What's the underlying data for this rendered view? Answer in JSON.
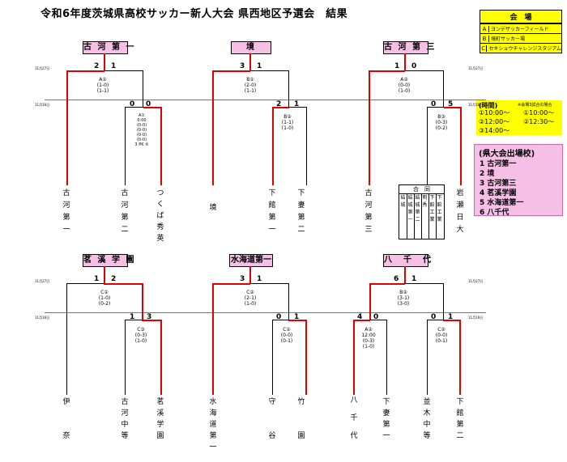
{
  "title": "令和6年度茨城県高校サッカー新人大会 県西地区予選会　結果",
  "venues": {
    "header": "会　場",
    "items": [
      {
        "code": "A",
        "name": "ヨンデザッカーフィールド"
      },
      {
        "code": "B",
        "name": "境町サッカー場"
      },
      {
        "code": "C",
        "name": "セキショウチャレンジスタジアム"
      }
    ]
  },
  "times": {
    "header": "(時間)",
    "note": "※会場3試合の場合",
    "left": [
      "①10:00～",
      "②12:00～",
      "③14:00～"
    ],
    "right": [
      "①10:00～",
      "②12:30～"
    ]
  },
  "prefectural": {
    "header": "(県大会出場校)",
    "items": [
      "1 古河第一",
      "2 境",
      "3 古河第三",
      "4 茗溪学園",
      "5 水海道第一",
      "6 八千代"
    ]
  },
  "dates": {
    "day1": "11月27日",
    "day2": "11月16日"
  },
  "brackets": [
    {
      "winner": "古 河 第 一",
      "top_scores": [
        "2",
        "1"
      ],
      "top_match": [
        "A①",
        "(1-0)",
        "(1-1)"
      ],
      "bottom_scores": [
        "0",
        "0"
      ],
      "bottom_match": [
        "A①",
        "0:00",
        "(0-0)",
        "(0-0)",
        "(0-0)",
        "(0-0)",
        "3 PK ⑤"
      ],
      "teams": [
        "古\n河\n第\n一",
        "古\n河\n第\n二",
        "つ\nく\nば\n秀\n英"
      ]
    },
    {
      "winner": "境",
      "top_scores": [
        "3",
        "1"
      ],
      "top_match": [
        "B①",
        "(2-0)",
        "(1-1)"
      ],
      "bottom_scores": [
        "2",
        "1"
      ],
      "bottom_match": [
        "B②",
        "(1-1)",
        "(1-0)"
      ],
      "teams": [
        "境",
        "下\n館\n第\n一",
        "下\n妻\n第\n二"
      ]
    },
    {
      "winner": "古 河 第 三",
      "top_scores": [
        "1",
        "0"
      ],
      "top_match": [
        "A②",
        "(0-0)",
        "(1-0)"
      ],
      "bottom_scores": [
        "0",
        "5"
      ],
      "bottom_match": [
        "B③",
        "(0-3)",
        "(0-2)"
      ],
      "teams": [
        "古\n河\n第\n三",
        "岩\n瀬\n日\n大"
      ]
    },
    {
      "winner": "茗 溪 学 園",
      "top_scores": [
        "1",
        "2"
      ],
      "top_match": [
        "C①",
        "(1-0)",
        "(0-2)"
      ],
      "bottom_scores": [
        "1",
        "3"
      ],
      "bottom_match": [
        "C③",
        "(0-3)",
        "(1-0)"
      ],
      "teams": [
        "伊\n\n\n奈",
        "古\n河\n中\n等",
        "茗\n溪\n学\n園"
      ]
    },
    {
      "winner": "水海道第一",
      "top_scores": [
        "3",
        "1"
      ],
      "top_match": [
        "C②",
        "(2-1)",
        "(1-0)"
      ],
      "bottom_scores": [
        "0",
        "1"
      ],
      "bottom_match": [
        "C①",
        "(0-0)",
        "(0-1)"
      ],
      "teams": [
        "水\n海\n道\n第\n一",
        "守\n\n\n谷",
        "竹\n\n\n園"
      ]
    },
    {
      "winner": "八　千　代",
      "top_scores": [
        "6",
        "1"
      ],
      "top_match": [
        "B②",
        "(3-1)",
        "(3-0)"
      ],
      "bottom_scores": [
        "4",
        "0"
      ],
      "bottom_match": [
        "A②",
        "12:00",
        "(0-3)",
        "(1-0)"
      ],
      "teams": [
        "八\n\n千\n\n代",
        "下\n妻\n第\n一"
      ]
    },
    {
      "bottom_scores": [
        "0",
        "1"
      ],
      "bottom_match": [
        "C②",
        "(0-0)",
        "(0-1)"
      ],
      "teams": [
        "並\n木\n中\n等",
        "下\n館\n第\n二"
      ]
    }
  ],
  "doukou": {
    "header": "合　同",
    "cols": [
      "結城",
      "結城第一",
      "結城第二",
      "明秀",
      "下館工業",
      "下館工業"
    ]
  }
}
